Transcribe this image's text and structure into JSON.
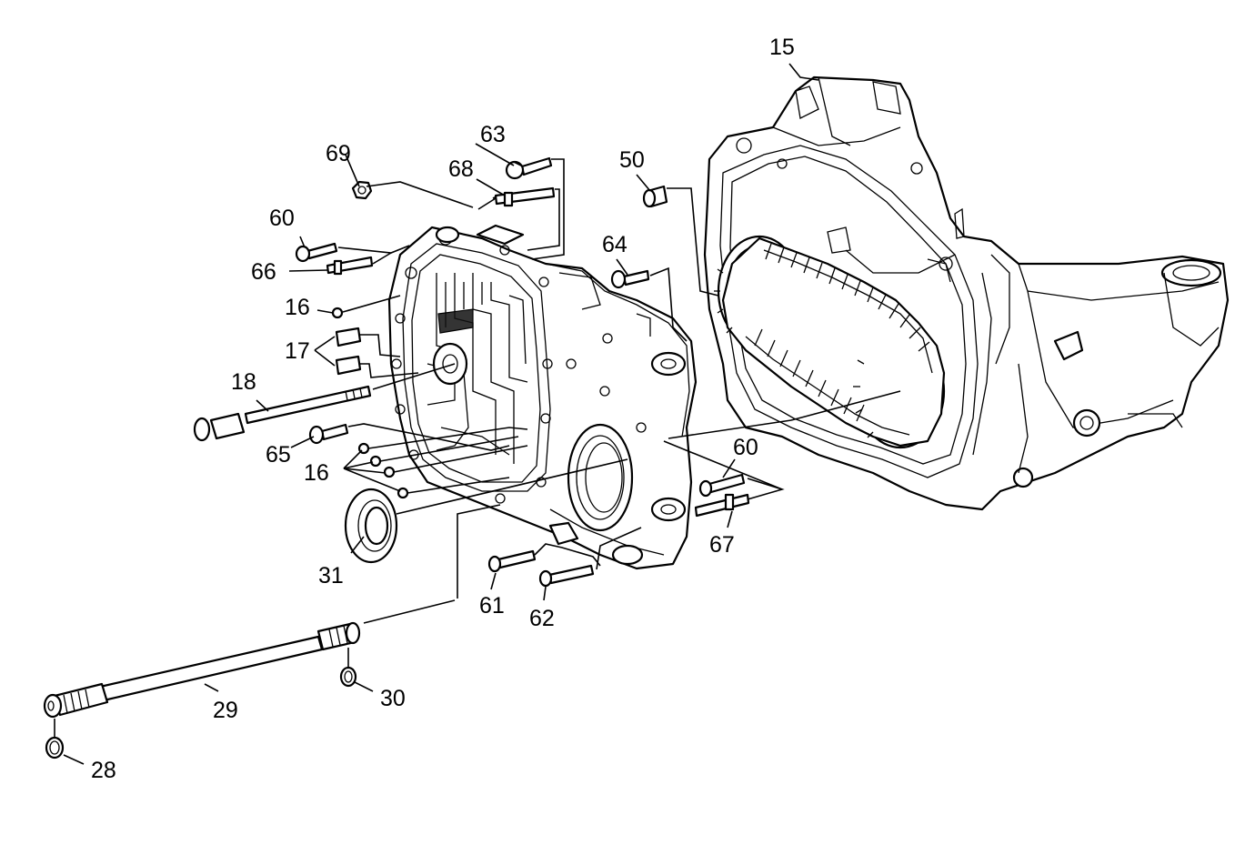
{
  "diagram": {
    "labels": [
      {
        "id": "p15",
        "text": "15"
      },
      {
        "id": "p63",
        "text": "63"
      },
      {
        "id": "p69",
        "text": "69"
      },
      {
        "id": "p68",
        "text": "68"
      },
      {
        "id": "p50",
        "text": "50"
      },
      {
        "id": "p60a",
        "text": "60"
      },
      {
        "id": "p66",
        "text": "66"
      },
      {
        "id": "p64",
        "text": "64"
      },
      {
        "id": "p16a",
        "text": "16"
      },
      {
        "id": "p17",
        "text": "17"
      },
      {
        "id": "p18",
        "text": "18"
      },
      {
        "id": "p65",
        "text": "65"
      },
      {
        "id": "p16b",
        "text": "16"
      },
      {
        "id": "p60b",
        "text": "60"
      },
      {
        "id": "p67",
        "text": "67"
      },
      {
        "id": "p31",
        "text": "31"
      },
      {
        "id": "p61",
        "text": "61"
      },
      {
        "id": "p62",
        "text": "62"
      },
      {
        "id": "p30",
        "text": "30"
      },
      {
        "id": "p29",
        "text": "29"
      },
      {
        "id": "p28",
        "text": "28"
      }
    ]
  }
}
